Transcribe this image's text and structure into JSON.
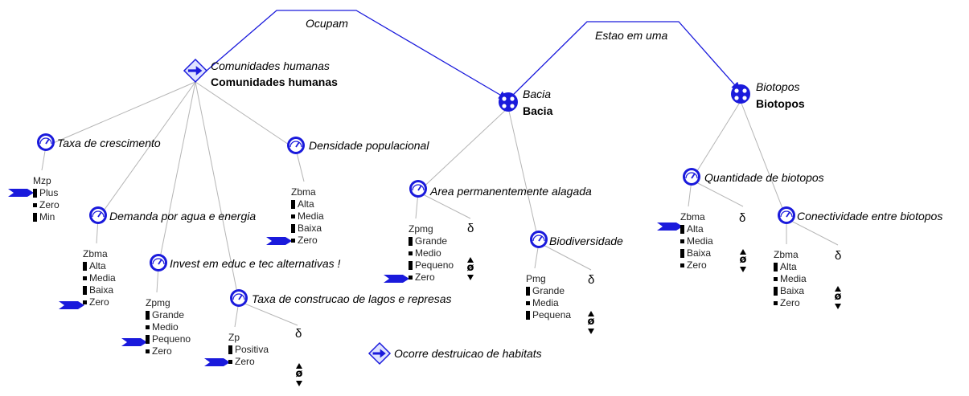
{
  "relations": {
    "ocupam": "Ocupam",
    "estao_em_uma": "Estao em uma"
  },
  "entities": {
    "comunidades": {
      "type_label": "Comunidades humanas",
      "name": "Comunidades humanas"
    },
    "bacia": {
      "type_label": "Bacia",
      "name": "Bacia"
    },
    "biotopos": {
      "type_label": "Biotopos",
      "name": "Biotopos"
    }
  },
  "quantities": {
    "taxa_crescimento": {
      "label": "Taxa de crescimento",
      "space": "Mzp",
      "values": [
        "Plus",
        "Zero",
        "Min"
      ]
    },
    "demanda": {
      "label": "Demanda por agua e energia",
      "space": "Zbma",
      "values": [
        "Alta",
        "Media",
        "Baixa",
        "Zero"
      ]
    },
    "invest": {
      "label": "Invest em educ e tec alternativas !",
      "space": "Zpmg",
      "values": [
        "Grande",
        "Medio",
        "Pequeno",
        "Zero"
      ]
    },
    "taxa_construcao": {
      "label": "Taxa de construcao de lagos e represas",
      "space": "Zp",
      "values": [
        "Positiva",
        "Zero"
      ]
    },
    "densidade": {
      "label": "Densidade populacional",
      "space": "Zbma",
      "values": [
        "Alta",
        "Media",
        "Baixa",
        "Zero"
      ]
    },
    "area_alagada": {
      "label": "Area permanentemente alagada",
      "space": "Zpmg",
      "values": [
        "Grande",
        "Medio",
        "Pequeno",
        "Zero"
      ]
    },
    "biodiversidade": {
      "label": "Biodiversidade",
      "space": "Pmg",
      "values": [
        "Grande",
        "Media",
        "Pequena"
      ]
    },
    "quantidade_biotopos": {
      "label": "Quantidade de biotopos",
      "space": "Zbma",
      "values": [
        "Alta",
        "Media",
        "Baixa",
        "Zero"
      ]
    },
    "conectividade": {
      "label": "Conectividade entre biotopos",
      "space": "Zbma",
      "values": [
        "Alta",
        "Media",
        "Baixa",
        "Zero"
      ]
    }
  },
  "agent": {
    "label": "Ocorre destruicao de habitats"
  },
  "symbols": {
    "delta": "δ",
    "zero": "ø"
  },
  "colors": {
    "relation": "#1a1adc",
    "tree_line": "#b5b5b5",
    "icon": "#1a1adc",
    "marker": "#1a1adc"
  }
}
